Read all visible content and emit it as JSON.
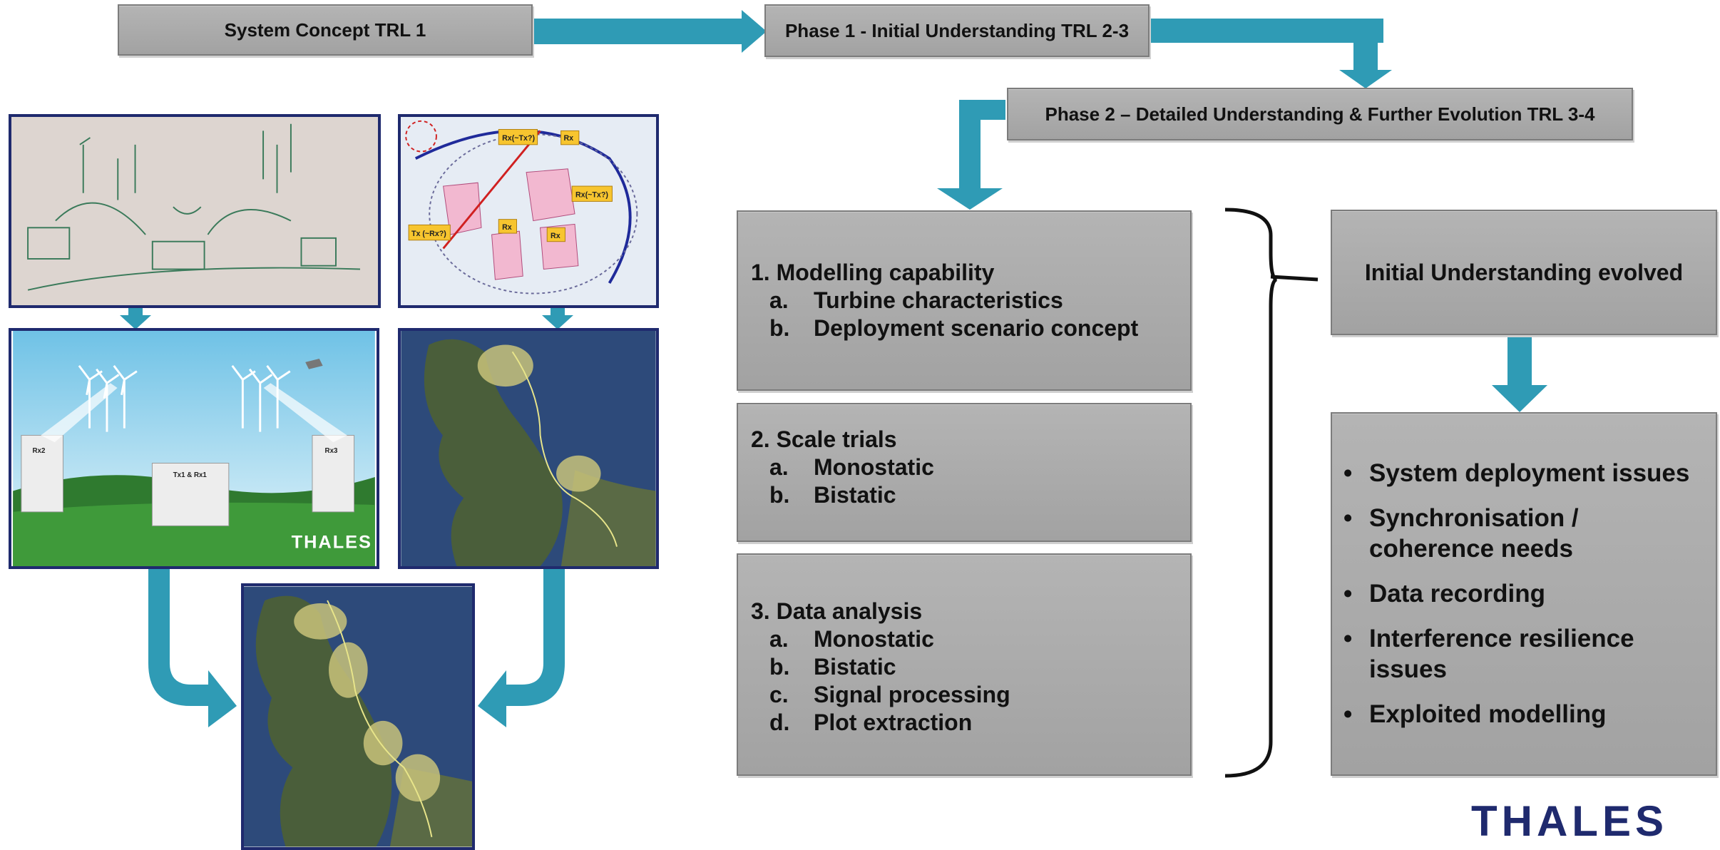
{
  "flow": {
    "concept": "System Concept TRL 1",
    "phase1": "Phase 1 - Initial Understanding TRL 2-3",
    "phase2": "Phase 2 – Detailed Understanding & Further Evolution TRL 3-4"
  },
  "panels": {
    "modelling": {
      "heading": "1. Modelling capability",
      "items": [
        {
          "letter": "a.",
          "text": "Turbine characteristics"
        },
        {
          "letter": "b.",
          "text": "Deployment scenario concept"
        }
      ]
    },
    "trials": {
      "heading": "2. Scale trials",
      "items": [
        {
          "letter": "a.",
          "text": "Monostatic"
        },
        {
          "letter": "b.",
          "text": "Bistatic"
        }
      ]
    },
    "analysis": {
      "heading": "3. Data analysis",
      "items": [
        {
          "letter": "a.",
          "text": "Monostatic"
        },
        {
          "letter": "b.",
          "text": "Bistatic"
        },
        {
          "letter": "c.",
          "text": "Signal processing"
        },
        {
          "letter": "d.",
          "text": "Plot extraction"
        }
      ]
    }
  },
  "evolved": {
    "title": "Initial Understanding evolved",
    "bullets": [
      "System deployment issues",
      "Synchronisation / coherence needs",
      "Data recording",
      "Interference resilience issues",
      "Exploited modelling"
    ]
  },
  "images": {
    "concept_sketch": "hand-drawn sketch of wind turbines and radar sites",
    "radar_map": "annotated map with Tx/Rx sites and wind farm areas",
    "radar_label_tx": "Tx (~Rx?)",
    "radar_label_rx": "Rx",
    "radar_label_rxtx": "Rx(~Tx?)",
    "illustration_logo": "THALES",
    "illustration_center": "Tx1 & Rx1",
    "illustration_left": "Rx2",
    "illustration_right": "Rx3"
  },
  "logo": "THALES",
  "colors": {
    "arrow": "#2f9bb5",
    "box": "#a8a8a8",
    "frame": "#1f2a6e",
    "map_sea": "#2d4a7a",
    "map_land": "#4a5e3a",
    "map_zone": "#c8c27a"
  }
}
